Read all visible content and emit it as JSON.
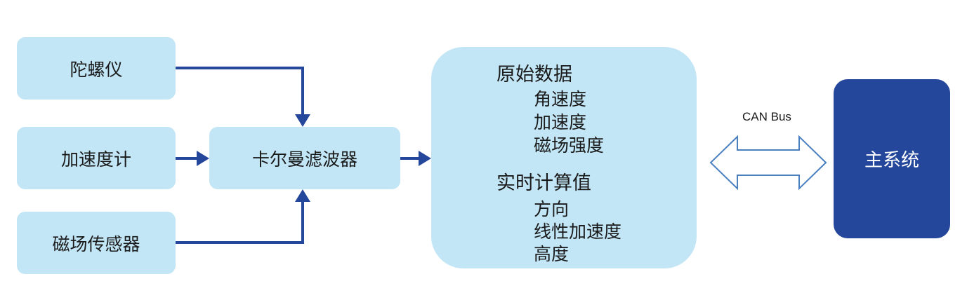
{
  "sensors": {
    "gyro": "陀螺仪",
    "accel": "加速度计",
    "mag": "磁场传感器"
  },
  "filter": "卡尔曼滤波器",
  "data_panel": {
    "raw_title": "原始数据",
    "raw_items": [
      "角速度",
      "加速度",
      "磁场强度"
    ],
    "calc_title": "实时计算值",
    "calc_items": [
      "方向",
      "线性加速度",
      "高度"
    ]
  },
  "bus_label": "CAN Bus",
  "main_system": "主系统",
  "colors": {
    "box_fill": "#c2e6f6",
    "arrow": "#24469b",
    "main_fill": "#24469b",
    "bus_arrow_stroke": "#4a7fc0"
  }
}
